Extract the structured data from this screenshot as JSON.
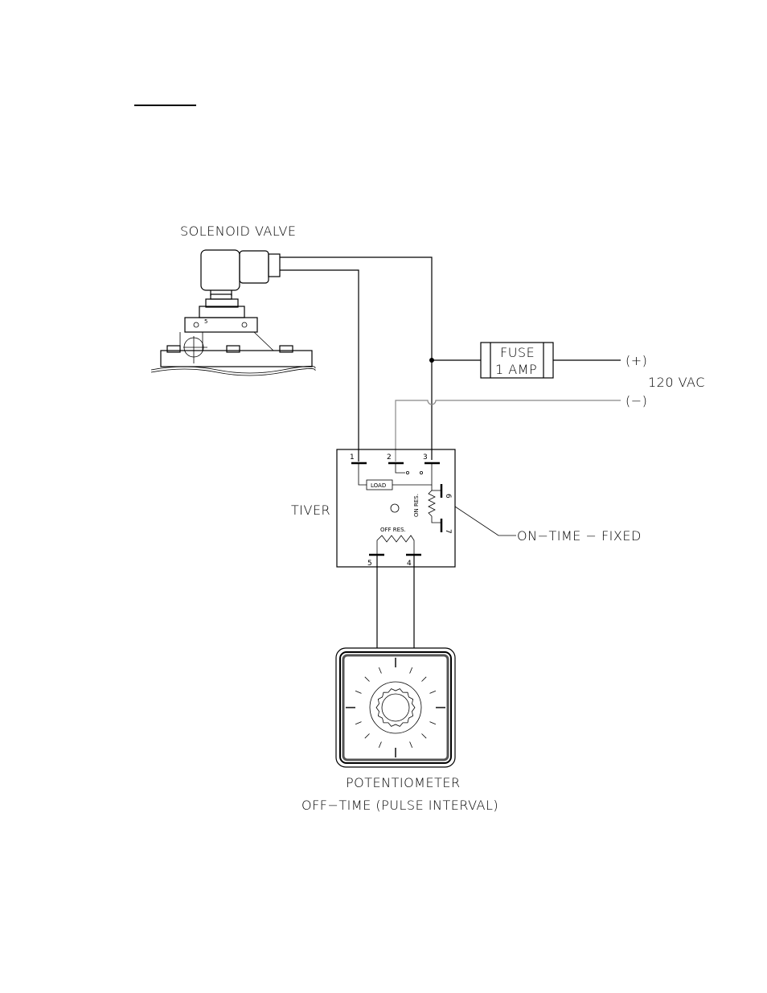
{
  "labels": {
    "solenoid_valve": "SOLENOID VALVE",
    "fuse_line1": "FUSE",
    "fuse_line2": "1 AMP",
    "plus": "(+)",
    "minus": "(−)",
    "voltage": "120 VAC",
    "timer": "TIVER",
    "on_time": "ON−TIME  −  FIXED",
    "potentiometer": "POTENTIOMETER",
    "off_time": "OFF−TIME (PULSE INTERVAL)"
  },
  "timer_block": {
    "terminals": [
      "1",
      "2",
      "3",
      "4",
      "5",
      "6",
      "7"
    ],
    "load": "LOAD",
    "on_res": "ON RES.",
    "off_res": "OFF RES."
  }
}
